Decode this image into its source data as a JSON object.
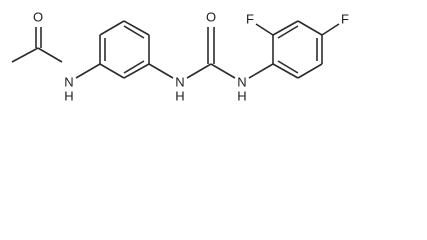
{
  "structure": {
    "atom_labels": {
      "acetyl_oxygen": "O",
      "amide_nitrogen": "N",
      "amide_hydrogen": "H",
      "urea_nitrogen_left": "N",
      "urea_hydrogen_left": "H",
      "urea_oxygen": "O",
      "urea_nitrogen_right": "N",
      "urea_hydrogen_right": "H",
      "fluorine_ortho": "F",
      "fluorine_para": "F"
    }
  }
}
